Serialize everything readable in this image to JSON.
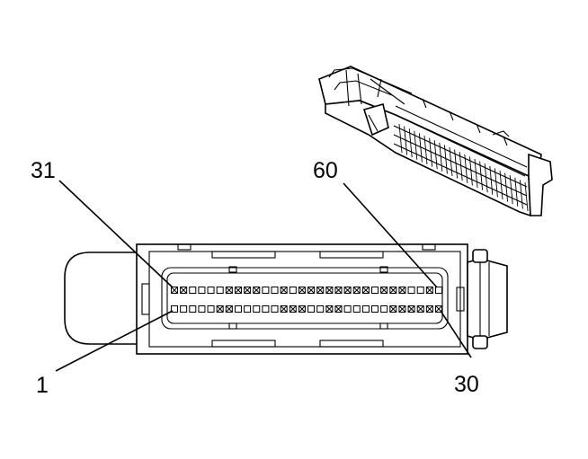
{
  "labels": {
    "pin_31": "31",
    "pin_60": "60",
    "pin_1": "1",
    "pin_30": "30"
  },
  "connector": {
    "pins_per_row": 30,
    "top_row_first_pin": 31,
    "top_row_last_pin": 60,
    "bottom_row_first_pin": 1,
    "bottom_row_last_pin": 30,
    "top_row_populated": [
      1,
      1,
      0,
      0,
      0,
      0,
      1,
      1,
      1,
      1,
      0,
      0,
      1,
      0,
      1,
      1,
      1,
      1,
      1,
      1,
      1,
      1,
      0,
      1,
      1,
      1,
      0,
      0,
      1,
      0
    ],
    "bottom_row_populated": [
      0,
      0,
      0,
      0,
      0,
      1,
      1,
      0,
      0,
      0,
      0,
      0,
      1,
      1,
      1,
      0,
      0,
      1,
      1,
      0,
      0,
      0,
      0,
      0,
      1,
      1,
      1,
      1,
      1,
      1
    ]
  }
}
